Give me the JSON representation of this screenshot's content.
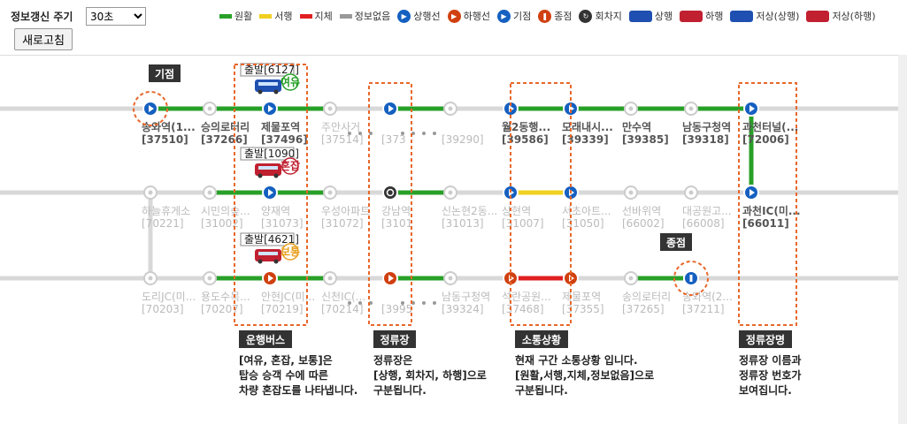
{
  "toolbar": {
    "refresh_label": "정보갱신 주기",
    "refresh_value": "30초",
    "refresh_button": "새로고침"
  },
  "legend": [
    {
      "type": "bar",
      "color": "#28a028",
      "label": "원활"
    },
    {
      "type": "bar",
      "color": "#f0d020",
      "label": "서행"
    },
    {
      "type": "bar",
      "color": "#e02020",
      "label": "지체"
    },
    {
      "type": "bar",
      "color": "#999999",
      "label": "정보없음"
    },
    {
      "type": "stop",
      "color": "#1560c0",
      "glyph": "▶",
      "label": "상행선"
    },
    {
      "type": "stop",
      "color": "#d04010",
      "glyph": "▶",
      "label": "하행선"
    },
    {
      "type": "stop",
      "color": "#1560c0",
      "glyph": "▶",
      "label": "기점"
    },
    {
      "type": "stop",
      "color": "#d04010",
      "glyph": "❚",
      "label": "종점"
    },
    {
      "type": "stop",
      "color": "#333333",
      "glyph": "↻",
      "label": "회차지"
    },
    {
      "type": "bus",
      "color": "#1f4fb0",
      "label": "상행"
    },
    {
      "type": "bus",
      "color": "#c02030",
      "label": "하행"
    },
    {
      "type": "bus",
      "color": "#1f4fb0",
      "label": "저상(상행)"
    },
    {
      "type": "bus",
      "color": "#c02030",
      "label": "저상(하행)"
    }
  ],
  "colors": {
    "smooth": "#28a028",
    "slow": "#f0d020",
    "jam": "#e02020",
    "none": "#d8d8d8",
    "up": "#1560c0",
    "down": "#d04010",
    "highlight": "#e8672a"
  },
  "row1": [
    {
      "name": "송와역(1...",
      "id": "[37510]",
      "faded": false
    },
    {
      "name": "승의로터리",
      "id": "[37266]",
      "faded": false
    },
    {
      "name": "제물포역",
      "id": "[37496]",
      "faded": false
    },
    {
      "name": "주안사거",
      "id": "[37514]",
      "faded": true
    },
    {
      "name": "",
      "id": "[373",
      "faded": true
    },
    {
      "name": "",
      "id": "[39290]",
      "faded": true
    },
    {
      "name": "월2동행...",
      "id": "[39586]",
      "faded": false
    },
    {
      "name": "모래내시...",
      "id": "[39339]",
      "faded": false
    },
    {
      "name": "만수역",
      "id": "[39385]",
      "faded": false
    },
    {
      "name": "남동구청역",
      "id": "[39318]",
      "faded": false
    },
    {
      "name": "과천터널(...",
      "id": "[72006]",
      "faded": false
    }
  ],
  "row2": [
    {
      "name": "하늘휴게소",
      "id": "[70221]",
      "faded": true
    },
    {
      "name": "시민의숲...",
      "id": "[31002]",
      "faded": true
    },
    {
      "name": "양재역",
      "id": "[31073]",
      "faded": true
    },
    {
      "name": "우성아파트",
      "id": "[31072]",
      "faded": true
    },
    {
      "name": "강남역",
      "id": "[3101",
      "faded": true
    },
    {
      "name": "신논현2동...",
      "id": "[31013]",
      "faded": true
    },
    {
      "name": "상현역",
      "id": "[31007]",
      "faded": true
    },
    {
      "name": "서초아트...",
      "id": "[31050]",
      "faded": true
    },
    {
      "name": "선바위역",
      "id": "[66002]",
      "faded": true
    },
    {
      "name": "대공원고...",
      "id": "[66008]",
      "faded": true
    },
    {
      "name": "과천IC(미...",
      "id": "[66011]",
      "faded": false
    }
  ],
  "row3": [
    {
      "name": "도리JC(미...",
      "id": "[70203]",
      "faded": true
    },
    {
      "name": "용도수목...",
      "id": "[70207]",
      "faded": true
    },
    {
      "name": "안현JC(미...",
      "id": "[70219]",
      "faded": true
    },
    {
      "name": "신천IC(...",
      "id": "[70214]",
      "faded": true
    },
    {
      "name": "",
      "id": "[3995",
      "faded": true
    },
    {
      "name": "남동구청역",
      "id": "[39324]",
      "faded": true
    },
    {
      "name": "석란공원...",
      "id": "[37468]",
      "faded": true
    },
    {
      "name": "제물포역",
      "id": "[37355]",
      "faded": true
    },
    {
      "name": "송의로터리",
      "id": "[37265]",
      "faded": true
    },
    {
      "name": "송와역(2...",
      "id": "[37211]",
      "faded": true
    }
  ],
  "buses": [
    {
      "label": "출발[6127]",
      "badge": "여유",
      "badge_color": "#28a028",
      "bus_color": "#1f4fb0"
    },
    {
      "label": "출발[1090]",
      "badge": "혼잡",
      "badge_color": "#c02030",
      "bus_color": "#c02030"
    },
    {
      "label": "출발[4621]",
      "badge": "보통",
      "badge_color": "#e8a020",
      "bus_color": "#c02030"
    }
  ],
  "callouts": {
    "start": "기점",
    "end": "종점"
  },
  "highlights": [
    {
      "title": "운행버스",
      "lines": [
        "[여유, 혼잡, 보통]은",
        "탑승 승객 수에 따른",
        "차량 혼잡도를 나타냅니다."
      ]
    },
    {
      "title": "정류장",
      "lines": [
        "정류장은",
        "[상행, 회차지, 하행]으로",
        "구분됩니다."
      ]
    },
    {
      "title": "소통상황",
      "lines": [
        "현재 구간 소통상황 입니다.",
        "[원활,서행,지체,정보없음]으로",
        "구분됩니다."
      ]
    },
    {
      "title": "정류장명",
      "lines": [
        "정류장 이름과",
        "정류장 번호가",
        "보여집니다."
      ]
    }
  ]
}
